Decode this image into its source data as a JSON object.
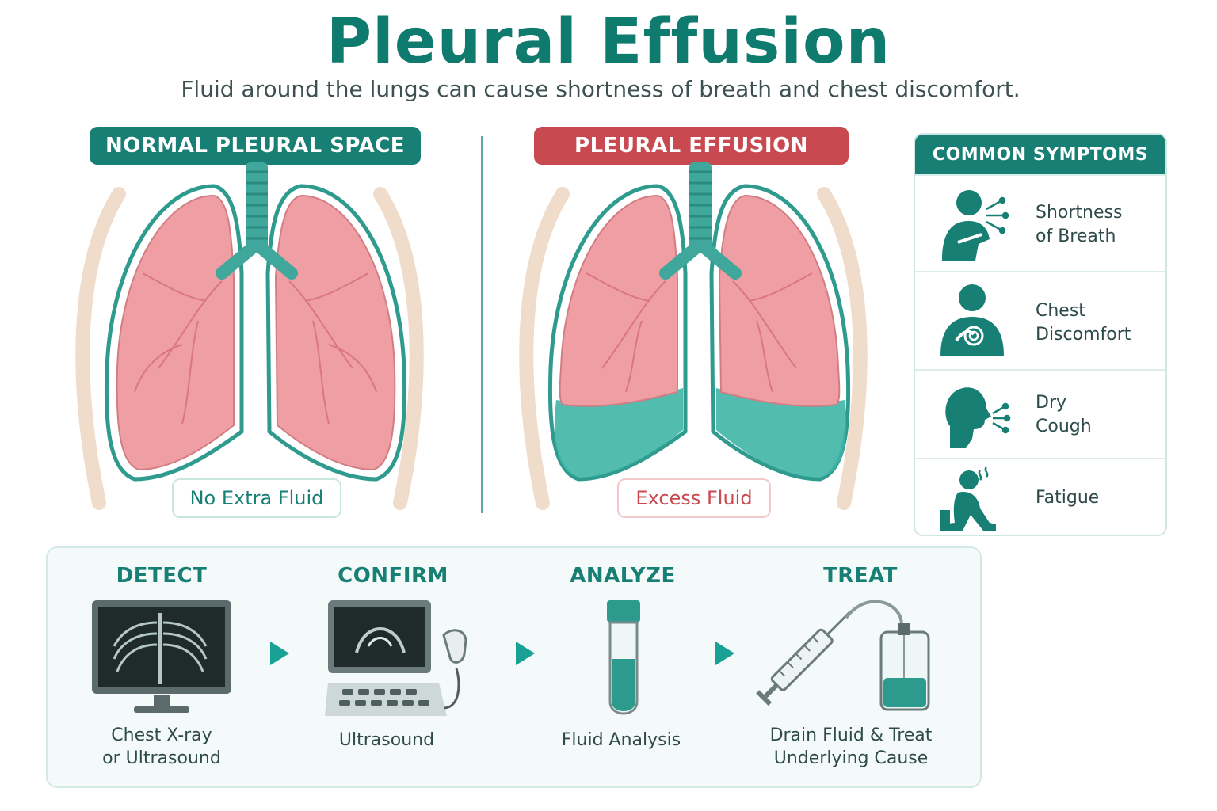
{
  "title": "Pleural Effusion",
  "subtitle": "Fluid around the lungs can cause shortness of breath and chest discomfort.",
  "panels": {
    "normal": {
      "label": "NORMAL PLEURAL SPACE",
      "status": "No Extra Fluid"
    },
    "effusion": {
      "label": "PLEURAL EFFUSION",
      "status": "Excess Fluid"
    }
  },
  "symptoms": {
    "header": "COMMON SYMPTOMS",
    "items": [
      {
        "line1": "Shortness",
        "line2": "of Breath",
        "icon": "shortness-of-breath-icon"
      },
      {
        "line1": "Chest",
        "line2": "Discomfort",
        "icon": "chest-discomfort-icon"
      },
      {
        "line1": "Dry",
        "line2": "Cough",
        "icon": "dry-cough-icon"
      },
      {
        "line1": "Fatigue",
        "line2": "",
        "icon": "fatigue-icon"
      }
    ]
  },
  "steps": [
    {
      "title": "DETECT",
      "line1": "Chest X-ray",
      "line2": "or Ultrasound",
      "icon": "xray-monitor-icon"
    },
    {
      "title": "CONFIRM",
      "line1": "Ultrasound",
      "line2": "",
      "icon": "ultrasound-machine-icon"
    },
    {
      "title": "ANALYZE",
      "line1": "Fluid Analysis",
      "line2": "",
      "icon": "test-tube-icon"
    },
    {
      "title": "TREAT",
      "line1": "Drain Fluid & Treat",
      "line2": "Underlying Cause",
      "icon": "drainage-syringe-icon"
    }
  ],
  "colors": {
    "teal": "#177f73",
    "red": "#c8494f",
    "lung_pink": "#ef9ea3",
    "fluid": "#3fb5a6"
  }
}
